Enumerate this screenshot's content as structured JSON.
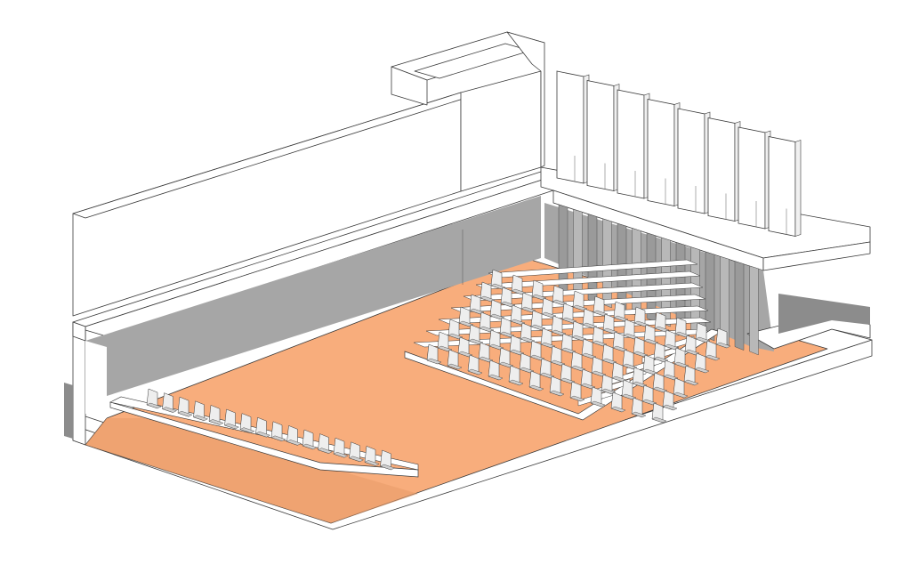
{
  "drawing": {
    "view": "axonometric-section",
    "subject": "auditorium"
  },
  "colors": {
    "background": "#ffffff",
    "stage_floor": "#f8ad7c",
    "stage_floor_shadow": "#e89a68",
    "wall": "#ffffff",
    "wall_shadow": "#a6a6a6",
    "wall_shadow_dark": "#8c8c8c",
    "seat": "#eeeeee",
    "seat_shade": "#cfcfcf",
    "line": "#3a3a3a"
  },
  "elements": {
    "rear_seating_block": {
      "rows": 7,
      "seats_per_row": 12
    },
    "front_seating_row": {
      "rows": 1,
      "seats_per_row": 16
    },
    "acoustic_fins": {
      "count": 8
    }
  }
}
